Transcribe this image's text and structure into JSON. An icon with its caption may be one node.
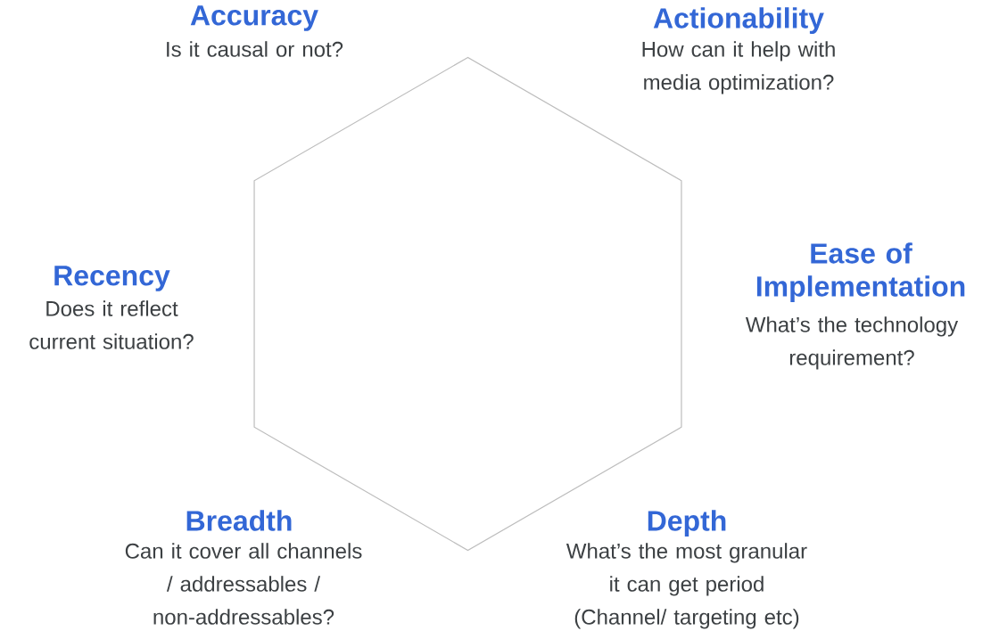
{
  "diagram": {
    "nodes": [
      {
        "text": [],
        "shape": "hexagon"
      }
    ],
    "edges": [],
    "labels": [
      "Accuracy",
      "Is it causal or not?",
      "Actionability",
      "How can it help with media optimization?",
      "Recency",
      "Does it reflect current situation?",
      "Ease of Implementation",
      "What’s the technology requirement?",
      "Breadth",
      "Can it cover all channels / addressables / non-addressables?",
      "Depth",
      "What’s the most granular it can get period (Channel/ targeting etc)"
    ]
  }
}
